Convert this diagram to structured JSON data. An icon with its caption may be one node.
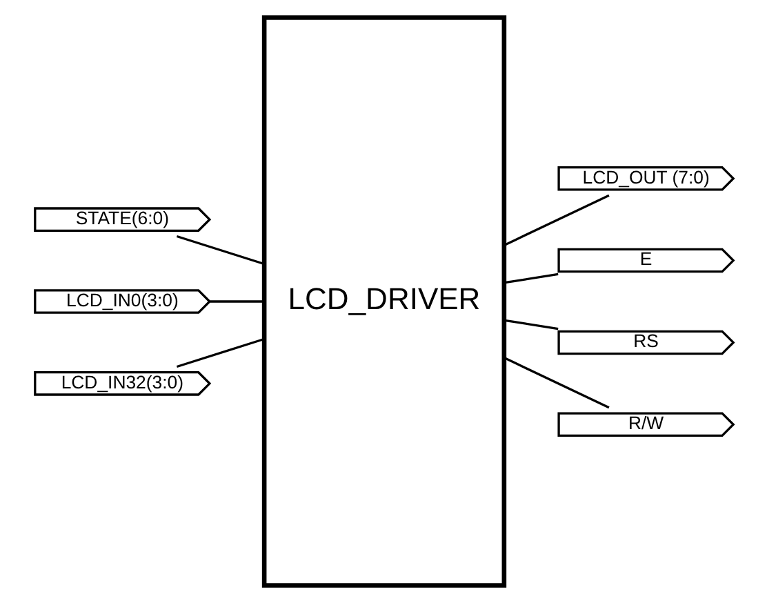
{
  "diagram": {
    "nodes": [
      {
        "text": [
          "LCD_DRIVER"
        ]
      },
      {
        "text": [
          "STATE(6:0)"
        ]
      },
      {
        "text": [
          "LCD_IN0(3:0)"
        ]
      },
      {
        "text": [
          "LCD_IN32(3:0)"
        ]
      },
      {
        "text": [
          "LCD_OUT (7:0)"
        ]
      },
      {
        "text": [
          "E"
        ]
      },
      {
        "text": [
          "RS"
        ]
      },
      {
        "text": [
          "R/W"
        ]
      }
    ],
    "edges": [
      {
        "from": 1,
        "to": 0,
        "arrow": "none"
      },
      {
        "from": 2,
        "to": 0,
        "arrow": "none"
      },
      {
        "from": 3,
        "to": 0,
        "arrow": "none"
      },
      {
        "from": 0,
        "to": 4,
        "arrow": "none"
      },
      {
        "from": 0,
        "to": 5,
        "arrow": "none"
      },
      {
        "from": 0,
        "to": 6,
        "arrow": "none"
      },
      {
        "from": 0,
        "to": 7,
        "arrow": "none"
      }
    ]
  }
}
